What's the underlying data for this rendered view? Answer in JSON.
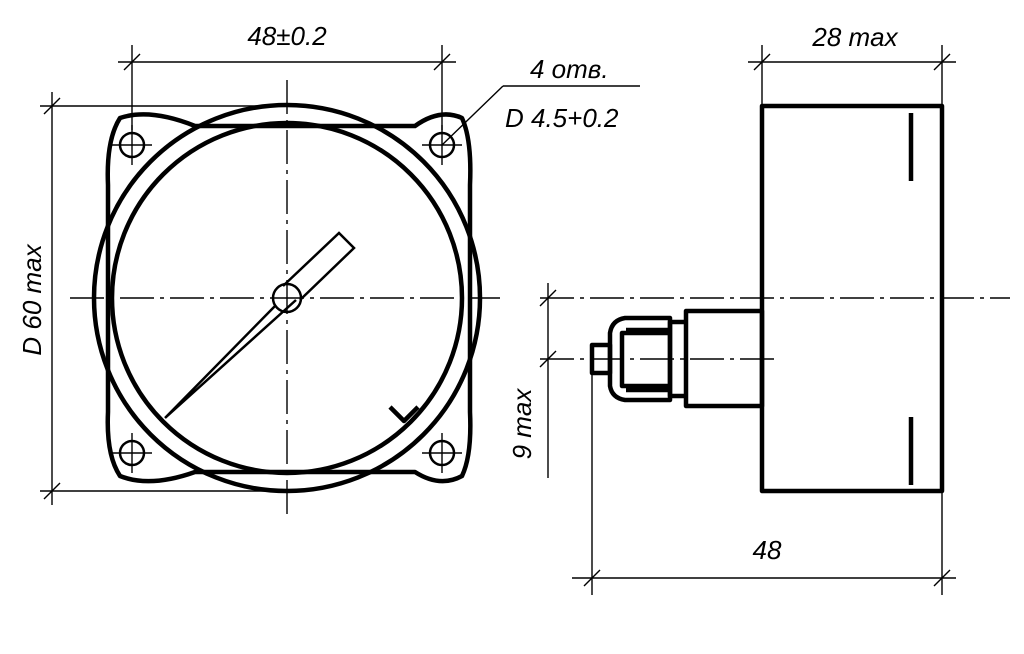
{
  "drawing": {
    "dim_hole_spacing": "48±0.2",
    "dim_depth": "28 max",
    "holes_count": "4 отв.",
    "holes_diameter": "D 4.5+0.2",
    "dim_diameter": "D 60 max",
    "dim_fitting": "9 max",
    "dim_overall_length": "48"
  }
}
